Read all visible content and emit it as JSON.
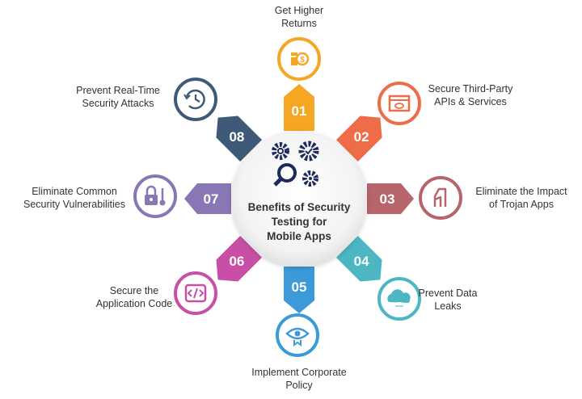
{
  "center": {
    "title_lines": [
      "Benefits of Security",
      "Testing for",
      "Mobile Apps"
    ],
    "icon": "gears-magnifier-icon",
    "color": "#1f2a5c"
  },
  "items": [
    {
      "number": "01",
      "lines": [
        "Get Higher",
        "Returns"
      ],
      "icon": "money-growth-icon",
      "color": "#f5a623"
    },
    {
      "number": "02",
      "lines": [
        "Secure Third-Party",
        "APIs & Services"
      ],
      "icon": "api-window-icon",
      "color": "#ee6c47"
    },
    {
      "number": "03",
      "lines": [
        "Eliminate the Impact",
        "of Trojan Apps"
      ],
      "icon": "trojan-horse-icon",
      "color": "#b5656b"
    },
    {
      "number": "04",
      "lines": [
        "Prevent Data",
        "Leaks"
      ],
      "icon": "cloud-database-icon",
      "color": "#4db6c3"
    },
    {
      "number": "05",
      "lines": [
        "Implement Corporate",
        "Policy"
      ],
      "icon": "eye-shield-icon",
      "color": "#3d9ad8"
    },
    {
      "number": "06",
      "lines": [
        "Secure the",
        "Application Code"
      ],
      "icon": "code-icon",
      "color": "#c94fa6"
    },
    {
      "number": "07",
      "lines": [
        "Eliminate Common",
        "Security Vulnerabilities"
      ],
      "icon": "lock-thermometer-icon",
      "color": "#8877b4"
    },
    {
      "number": "08",
      "lines": [
        "Prevent Real-Time",
        "Security Attacks"
      ],
      "icon": "clock-refresh-icon",
      "color": "#3f5a78"
    }
  ]
}
